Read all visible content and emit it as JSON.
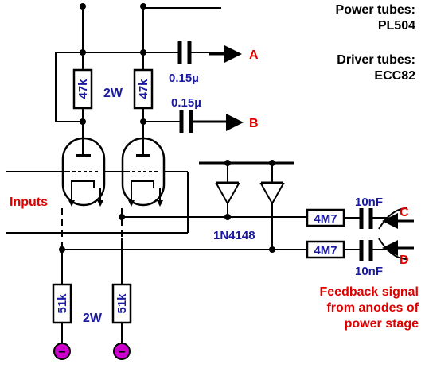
{
  "notes": {
    "power_tubes_title": "Power tubes:",
    "power_tubes_value": "PL504",
    "driver_tubes_title": "Driver tubes:",
    "driver_tubes_value": "ECC82"
  },
  "components": {
    "anode_resistor_left": "47k",
    "anode_resistor_right": "47k",
    "anode_resistor_power": "2W",
    "cap_a": "0.15µ",
    "cap_b": "0.15µ",
    "cathode_resistor_left": "51k",
    "cathode_resistor_right": "51k",
    "cathode_resistor_power": "2W",
    "diode_part": "1N4148",
    "feedback_resistor_c": "4M7",
    "feedback_resistor_d": "4M7",
    "feedback_cap_c": "10nF",
    "feedback_cap_d": "10nF",
    "supply_symbol": "−"
  },
  "labels": {
    "output_a": "A",
    "output_b": "B",
    "input_c": "C",
    "input_d": "D",
    "inputs": "Inputs",
    "feedback_line1": "Feedback signal",
    "feedback_line2": "from anodes of",
    "feedback_line3": "power stage"
  },
  "colors": {
    "component_text": "#1a1aa0",
    "signal_label": "#e00000",
    "supply_fill": "#cc00cc"
  }
}
